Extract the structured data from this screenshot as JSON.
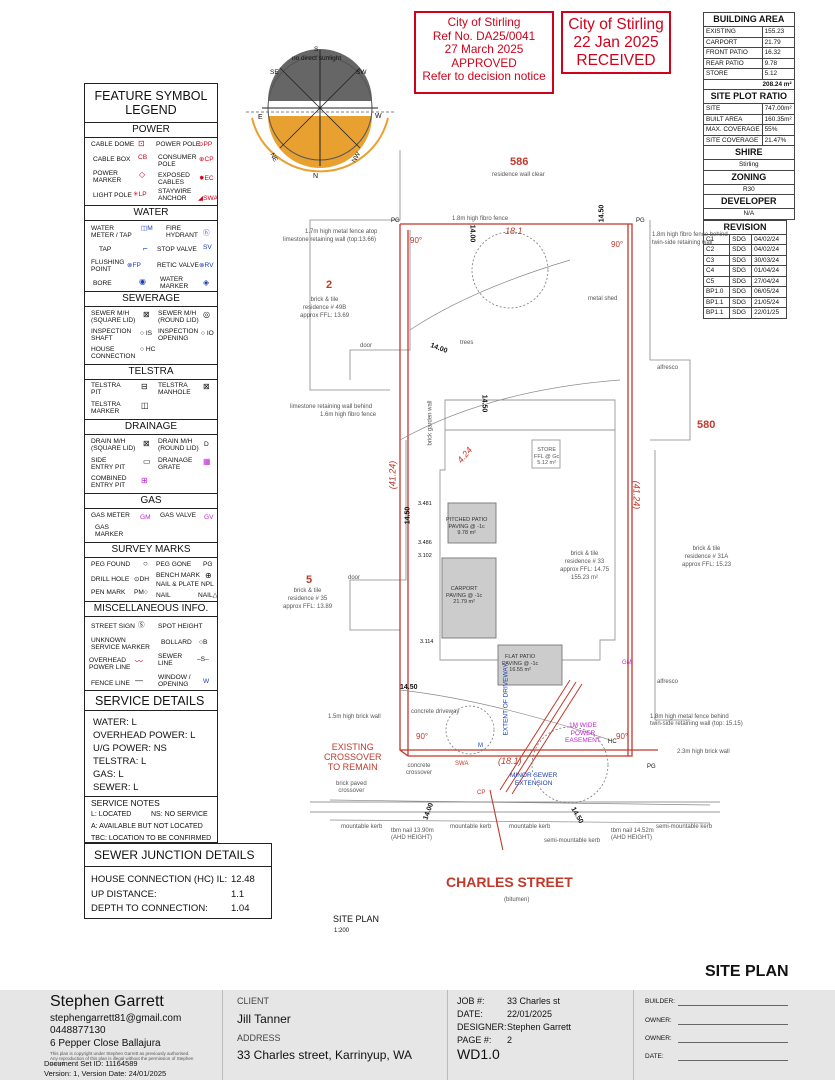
{
  "stamps": {
    "approved": [
      "City of Stirling",
      "Ref No. DA25/0041",
      "27 March 2025",
      "APPROVED",
      "Refer to decision notice"
    ],
    "received": [
      "City of Stirling",
      "22 Jan 2025",
      "RECEIVED"
    ]
  },
  "sun": {
    "label": "no direct sunlight",
    "s": "S",
    "se": "SE",
    "sw": "SW",
    "e": "E",
    "w": "W",
    "ne": "NE",
    "nw": "NW",
    "n": "N"
  },
  "legend": {
    "title1": "FEATURE SYMBOL",
    "title2": "LEGEND",
    "power_head": "POWER",
    "power": [
      "CABLE DOME",
      "POWER POLE",
      "PP",
      "CABLE BOX",
      "CB",
      "CONSUMER",
      "POLE",
      "CP",
      "POWER",
      "MARKER",
      "EXPOSED",
      "CABLES",
      "EC",
      "LIGHT POLE",
      "LP",
      "STAYWIRE",
      "ANCHOR",
      "SWA"
    ],
    "water_head": "WATER",
    "water": [
      "WATER",
      "METER / TAP",
      "M",
      "FIRE",
      "HYDRANT",
      "H",
      "TAP",
      "STOP VALVE",
      "SV",
      "FLUSHING",
      "POINT",
      "FP",
      "RETIC VALVE",
      "RV",
      "BORE",
      "WATER",
      "MARKER"
    ],
    "sewer_head": "SEWERAGE",
    "sewer": [
      "SEWER M/H",
      "(SQUARE LID)",
      "SEWER M/H",
      "(ROUND LID)",
      "INSPECTION",
      "SHAFT",
      "IS",
      "INSPECTION",
      "OPENING",
      "IO",
      "HOUSE",
      "CONNECTION",
      "HC"
    ],
    "telstra_head": "TELSTRA",
    "telstra": [
      "TELSTRA",
      "PIT",
      "TELSTRA",
      "MANHOLE",
      "TELSTRA",
      "MARKER"
    ],
    "drain_head": "DRAINAGE",
    "drain": [
      "DRAIN M/H",
      "(SQUARE LID)",
      "DRAIN M/H",
      "(ROUND LID)",
      "D",
      "SIDE",
      "ENTRY PIT",
      "DRAINAGE",
      "GRATE",
      "COMBINED",
      "ENTRY PIT"
    ],
    "gas_head": "GAS",
    "gas": [
      "GAS METER",
      "GM",
      "GAS VALVE",
      "GV",
      "GAS",
      "MARKER"
    ],
    "survey_head": "SURVEY MARKS",
    "survey": [
      "PEG FOUND",
      "PEG GONE",
      "PG",
      "DRILL HOLE",
      "DH",
      "BENCH MARK",
      "NAIL & PLATE",
      "NPL",
      "PEN MARK",
      "PM",
      "NAIL",
      "NAIL"
    ],
    "misc_head": "MISCELLANEOUS INFO.",
    "misc": [
      "STREET SIGN",
      "S",
      "SPOT HEIGHT",
      "UNKNOWN",
      "SERVICE MARKER",
      "BOLLARD",
      "B",
      "SEWER",
      "LINE",
      "S",
      "OVERHEAD",
      "POWER LINE",
      "FENCE LINE",
      "WINDOW /",
      "OPENING",
      "W"
    ]
  },
  "service_details": {
    "title": "SERVICE DETAILS",
    "rows": [
      "WATER:  L",
      "OVERHEAD POWER:  L",
      "U/G POWER:  NS",
      "TELSTRA:  L",
      "GAS:  L",
      "SEWER:  L"
    ],
    "notes_title": "SERVICE NOTES",
    "notes": [
      "L: LOCATED",
      "NS: NO SERVICE",
      "A: AVAILABLE BUT NOT LOCATED",
      "TBC: LOCATION TO BE CONFIRMED"
    ]
  },
  "sewer_junction": {
    "title": "SEWER JUNCTION DETAILS",
    "rows": [
      {
        "label": "HOUSE CONNECTION (HC) IL:",
        "value": "12.48"
      },
      {
        "label": "UP DISTANCE:",
        "value": "1.1"
      },
      {
        "label": "DEPTH TO CONNECTION:",
        "value": "1.04"
      }
    ]
  },
  "building_area": {
    "title": "BUILDING AREA",
    "rows": [
      [
        "EXISTING",
        "155.23"
      ],
      [
        "CARPORT",
        "21.79"
      ],
      [
        "FRONT PATIO",
        "16.32"
      ],
      [
        "REAR PATIO",
        "9.78"
      ],
      [
        "STORE",
        "5.12"
      ]
    ],
    "total": "208.24 m²"
  },
  "plot_ratio": {
    "title": "SITE PLOT RATIO",
    "rows": [
      [
        "SITE",
        "747.00m²"
      ],
      [
        "BUILT AREA",
        "160.35m²"
      ],
      [
        "MAX. COVERAGE",
        "55%"
      ],
      [
        "SITE COVERAGE",
        "21.47%"
      ]
    ]
  },
  "shire": {
    "title": "SHIRE",
    "value": "Stirling"
  },
  "zoning": {
    "title": "ZONING",
    "value": "R30"
  },
  "developer": {
    "title": "DEVELOPER",
    "value": "N/A"
  },
  "revision": {
    "title": "REVISION",
    "rows": [
      [
        "C1",
        "SDG",
        "04/02/24"
      ],
      [
        "C2",
        "SDG",
        "04/02/24"
      ],
      [
        "C3",
        "SDG",
        "30/03/24"
      ],
      [
        "C4",
        "SDG",
        "01/04/24"
      ],
      [
        "C5",
        "SDG",
        "27/04/24"
      ],
      [
        "BP1.0",
        "SDG",
        "06/05/24"
      ],
      [
        "BP1.1",
        "SDG",
        "21/05/24"
      ],
      [
        "BP1.1",
        "SDG",
        "22/01/25"
      ]
    ]
  },
  "plan": {
    "lot_586": "586",
    "residence_clear": "residence wall clear",
    "lot_2": "2",
    "lot_5": "5",
    "lot_580": "580",
    "res_49b": [
      "brick & tile",
      "residence # 49B",
      "approx FFL: 13.69"
    ],
    "res_35": [
      "brick & tile",
      "residence # 35",
      "approx FFL: 13.89"
    ],
    "res_31a": [
      "brick & tile",
      "residence # 31A",
      "approx FFL: 15.23"
    ],
    "res_33": [
      "brick & tile",
      "residence # 33",
      "approx FFL: 14.75",
      "155.23 m²"
    ],
    "dim_top": "18.1",
    "dim_bottom": "(18.1)",
    "dim_left": "(41.24)",
    "dim_right": "(41.24)",
    "dim_inner": "4.24",
    "angle": "90°",
    "fence_top": "1.8m high fibro fence",
    "fence_left1": "1.7m high metal fence atop",
    "fence_left2": "limestone retaining wall (top:13.66)",
    "fence_right1": "1.8m high fibro fence behind",
    "fence_right2": "twin-side retaining wall",
    "retain1": "limestone retaining wall behind",
    "retain2": "1.6m high fibro fence",
    "brick_garden": "brick garden wall",
    "metal_shed": "metal shed",
    "trees": "trees",
    "alfresco": "alfresco",
    "door": "door",
    "store_label": [
      "STORE",
      "FFL @ Gc",
      "5.12 m²"
    ],
    "rear_patio": [
      "PITCHED PATIO",
      "PAVING @ -1c",
      "9.78 m²"
    ],
    "carport": [
      "CARPORT",
      "PAVING @ -1c",
      "21.79 m²"
    ],
    "flat_patio": [
      "FLAT PATIO",
      "PAVING @ -1c",
      "16.55 m²"
    ],
    "driveway_ext": "EXTENT OF DRIVEWAY",
    "concrete_driveway": "concrete driveway",
    "existing_crossover": [
      "EXISTING",
      "CROSSOVER",
      "TO REMAIN"
    ],
    "power_easement": [
      "1M WIDE",
      "POWER",
      "EASEMENT"
    ],
    "minor_sewer": [
      "MINOR SEWER",
      "EXTENSION"
    ],
    "brick_wall_left": "1.5m high brick wall",
    "fence_behind_right": [
      "1.8m high metal fence behind",
      "twin-side retaining wall (top: 15.15)"
    ],
    "brick_wall_right": "2.3m high brick wall",
    "brick_paved": [
      "brick paved",
      "crossover"
    ],
    "concrete_cross": [
      "concrete",
      "crossover"
    ],
    "mountable": "mountable kerb",
    "semi_mountable": "semi-mountable kerb",
    "tbm_left": [
      "tbm nail 13.90m",
      "(AHD HEIGHT)"
    ],
    "tbm_right": [
      "tbm nail 14.52m",
      "(AHD HEIGHT)"
    ],
    "street": "CHARLES STREET",
    "bitumen": "(bitumen)",
    "site_plan_label": "SITE PLAN",
    "scale": "1:200",
    "contours": [
      "14.00",
      "14.50",
      "14.50",
      "14.00",
      "14.50",
      "14.50",
      "14.00",
      "14.50"
    ],
    "hc": "HC",
    "pg": "PG",
    "gm": "GM",
    "swa": "SWA",
    "cp": "CP",
    "m": "M",
    "dims": [
      "3.481",
      "3.486",
      "3.102",
      "3.114"
    ]
  },
  "title_block": {
    "sheet_title": "SITE PLAN",
    "designer_name": "Stephen Garrett",
    "email": "stephengarrett81@gmail.com",
    "phone": "0448877130",
    "address": "6 Pepper Close Ballajura",
    "copyright": "This plan is copyright under Stephen Garrett as previously authorised. Any reproduction of this plan is illegal without the permission of Stephen Garrett",
    "doc_set": "Document Set ID: 11164589",
    "version": "Version: 1, Version Date: 24/01/2025",
    "client_label": "CLIENT",
    "client": "Jill Tanner",
    "address_label": "ADDRESS",
    "site_address": "33 Charles street, Karrinyup, WA",
    "job_label": "JOB #:",
    "job": "33 Charles st",
    "date_label": "DATE:",
    "date": "22/01/2025",
    "designer_label": "DESIGNER:",
    "designer": "Stephen Garrett",
    "page_label": "PAGE #:",
    "page": "2",
    "drawing": "WD1.0",
    "builder": "BUILDER:",
    "owner1": "OWNER:",
    "owner2": "OWNER:",
    "date2": "DATE:"
  }
}
